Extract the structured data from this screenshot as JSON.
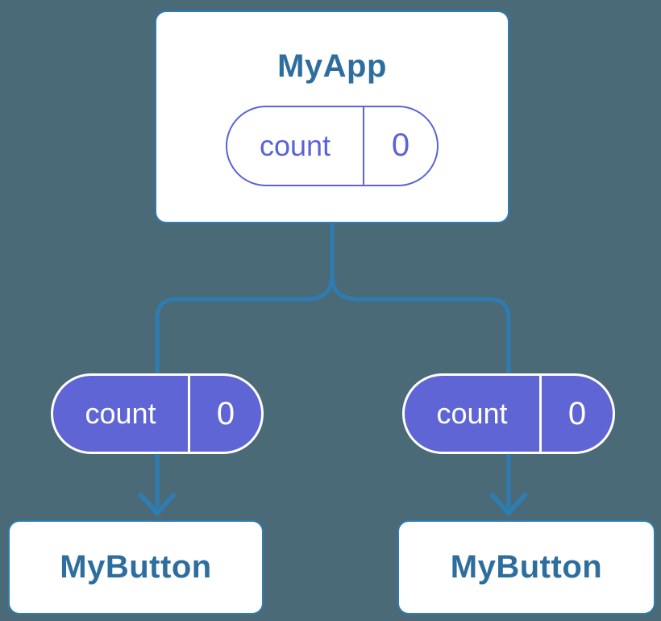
{
  "diagram": {
    "root": {
      "title": "MyApp",
      "state": {
        "name": "count",
        "value": "0"
      }
    },
    "children": [
      {
        "title": "MyButton",
        "prop": {
          "name": "count",
          "value": "0"
        }
      },
      {
        "title": "MyButton",
        "prop": {
          "name": "count",
          "value": "0"
        }
      }
    ]
  },
  "colors": {
    "background": "#4A6A78",
    "connector": "#2E7CB1",
    "card_border": "#2E7CB1",
    "card_text": "#2D6E9E",
    "pill_outline": "#5A63D8",
    "pill_fill": "#5F65D4",
    "pill_text": "#FFFFFF"
  }
}
